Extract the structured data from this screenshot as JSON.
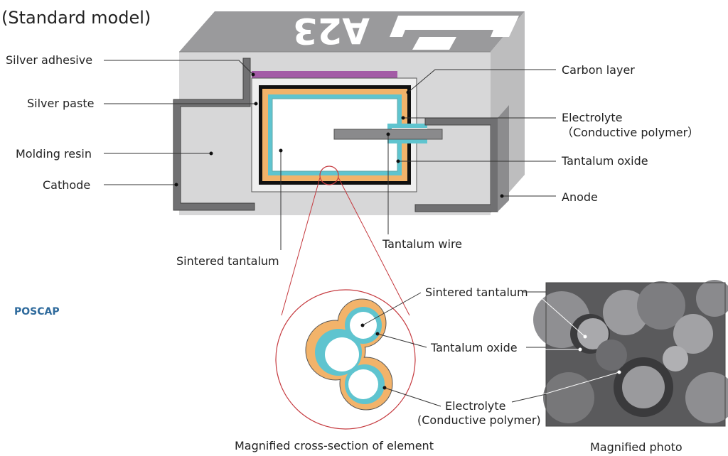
{
  "title": "(Standard model)",
  "brand": "POSCAP",
  "marking": "A23",
  "labels": {
    "silver_adhesive": "Silver adhesive",
    "silver_paste": "Silver paste",
    "molding_resin": "Molding resin",
    "cathode": "Cathode",
    "carbon_layer": "Carbon layer",
    "electrolyte": "Electrolyte",
    "conductive_polymer": "（Conductive polymer）",
    "tantalum_oxide": "Tantalum oxide",
    "anode": "Anode",
    "tantalum_wire": "Tantalum wire",
    "sintered_tantalum": "Sintered tantalum"
  },
  "magnified": {
    "sintered_tantalum": "Sintered tantalum",
    "tantalum_oxide": "Tantalum oxide",
    "electrolyte": "Electrolyte",
    "conductive_polymer": "(Conductive polymer)",
    "caption_section": "Magnified cross-section of element",
    "caption_photo": "Magnified photo"
  },
  "colors": {
    "resin": "#d7d7d8",
    "resin_top": "#9a9a9c",
    "resin_side": "#bdbdbe",
    "cathode": "#707072",
    "silver_adhesive": "#a35ba6",
    "carbon": "#111111",
    "electrolyte": "#f2b36a",
    "oxide": "#5fc4cf",
    "callout": "#c5393e"
  }
}
